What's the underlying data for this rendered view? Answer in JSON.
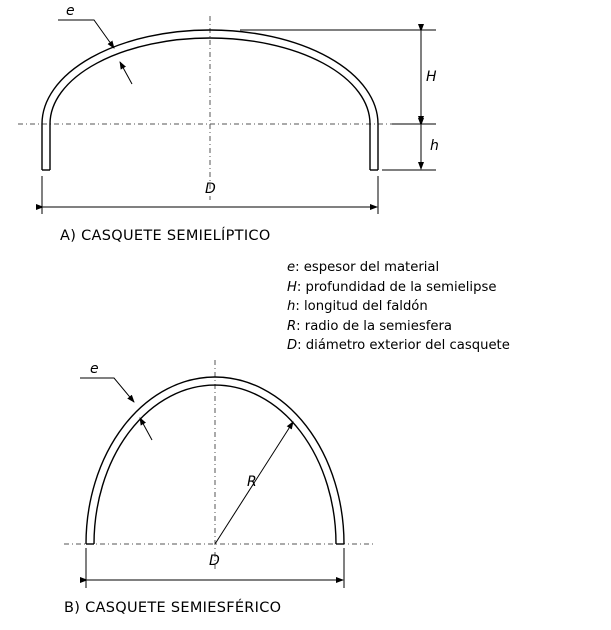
{
  "diagram_a": {
    "caption": "A) CASQUETE SEMIELÍPTICO",
    "label_e": "e",
    "label_H": "H",
    "label_h": "h",
    "label_D": "D"
  },
  "diagram_b": {
    "caption": "B) CASQUETE SEMIESFÉRICO",
    "label_e": "e",
    "label_R": "R",
    "label_D": "D"
  },
  "legend": [
    {
      "symbol": "e",
      "text": ": espesor del material"
    },
    {
      "symbol": "H",
      "text": ": profundidad de la semielipse"
    },
    {
      "symbol": "h",
      "text": ": longitud del faldón"
    },
    {
      "symbol": "R",
      "text": ": radio de la semiesfera"
    },
    {
      "symbol": "D",
      "text": ": diámetro exterior del casquete"
    }
  ],
  "colors": {
    "stroke": "#000000",
    "shell_fill": "#ffffff",
    "center_lines": "#555555"
  }
}
